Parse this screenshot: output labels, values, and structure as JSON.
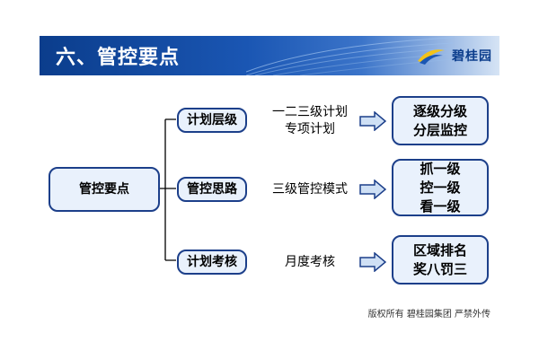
{
  "header": {
    "title": "六、管控要点",
    "logo_text": "碧桂园"
  },
  "diagram": {
    "root": "管控要点",
    "branches": [
      {
        "label": "计划层级",
        "description": [
          "一二三级计划",
          "专项计划"
        ],
        "result": [
          "逐级分级",
          "分层监控"
        ]
      },
      {
        "label": "管控思路",
        "description": [
          "三级管控模式"
        ],
        "result": [
          "抓一级",
          "控一级",
          "看一级"
        ]
      },
      {
        "label": "计划考核",
        "description": [
          "月度考核"
        ],
        "result": [
          "区域排名",
          "奖八罚三"
        ]
      }
    ]
  },
  "footer": {
    "text": "版权所有  碧桂园集团 严禁外传"
  },
  "colors": {
    "header_dark": "#0b3d8c",
    "box_border": "#1c3f8a",
    "box_fill": "#e9f1fc",
    "arrow_fill": "#cfe0f5"
  }
}
